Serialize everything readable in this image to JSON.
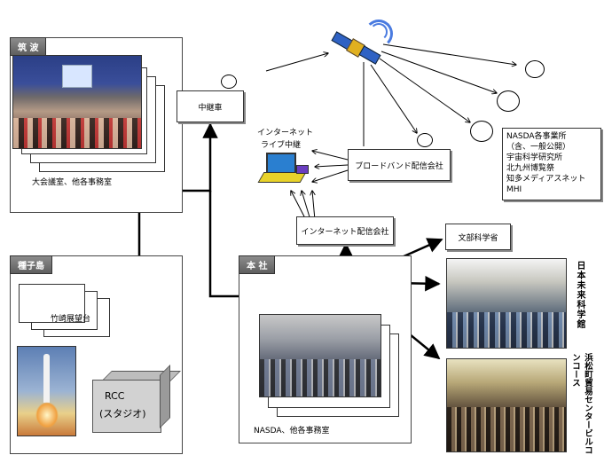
{
  "panels": {
    "tsukuba": {
      "title": "筑 波",
      "caption": "大会議室、他各事務室"
    },
    "tanegashima": {
      "title": "種子島",
      "observatory": "竹崎展望台",
      "rcc_line1": "RCC",
      "rcc_line2": "(スタジオ)"
    },
    "honsha": {
      "title": "本 社",
      "caption": "NASDA、他各事務室"
    }
  },
  "nodes": {
    "relay_car": "中継車",
    "internet_live_line1": "インターネット",
    "internet_live_line2": "ライブ中継",
    "broadband": "ブロードバンド配信会社",
    "internet_dist": "インターネット配信会社",
    "mext": "文部科学省"
  },
  "receivers": {
    "lines": [
      "NASDA各事業所",
      "（含、一般公開）",
      "宇宙科学研究所",
      "北九州博覧祭",
      "知多メディアスネット",
      "MHI"
    ]
  },
  "venues": {
    "miraikan": "日本未来科学館",
    "hamamatsucho": "浜松町貿易センタービルコンコース"
  },
  "icons": [
    "satellite-icon",
    "dish-icon",
    "laptop-icon",
    "rocket-icon"
  ],
  "colors": {
    "lines": "#000000",
    "panel_header": "#6e6e6e",
    "signal": "#2a5fd6"
  }
}
